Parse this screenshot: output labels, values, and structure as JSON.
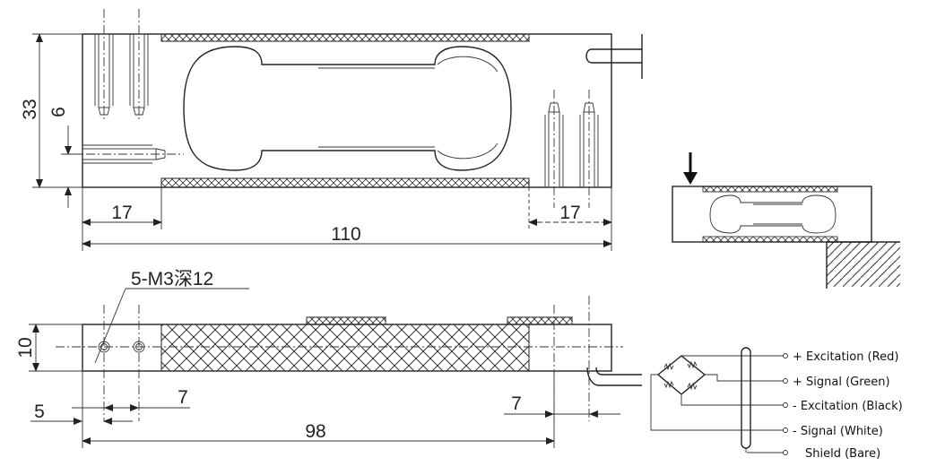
{
  "dimensions": {
    "height_33": "33",
    "height_6": "6",
    "left_offset_17": "17",
    "right_offset_17": "17",
    "length_110": "110",
    "thread_note": "5-M3深12",
    "thickness_10": "10",
    "hole_offset_5": "5",
    "hole_spacing_7": "7",
    "right_offset_7": "7",
    "hole_span_98": "98"
  },
  "wiring": {
    "labels": [
      "+ Excitation (Red)",
      "+ Signal (Green)",
      "- Excitation (Black)",
      "- Signal (White)",
      "Shield (Bare)"
    ]
  }
}
